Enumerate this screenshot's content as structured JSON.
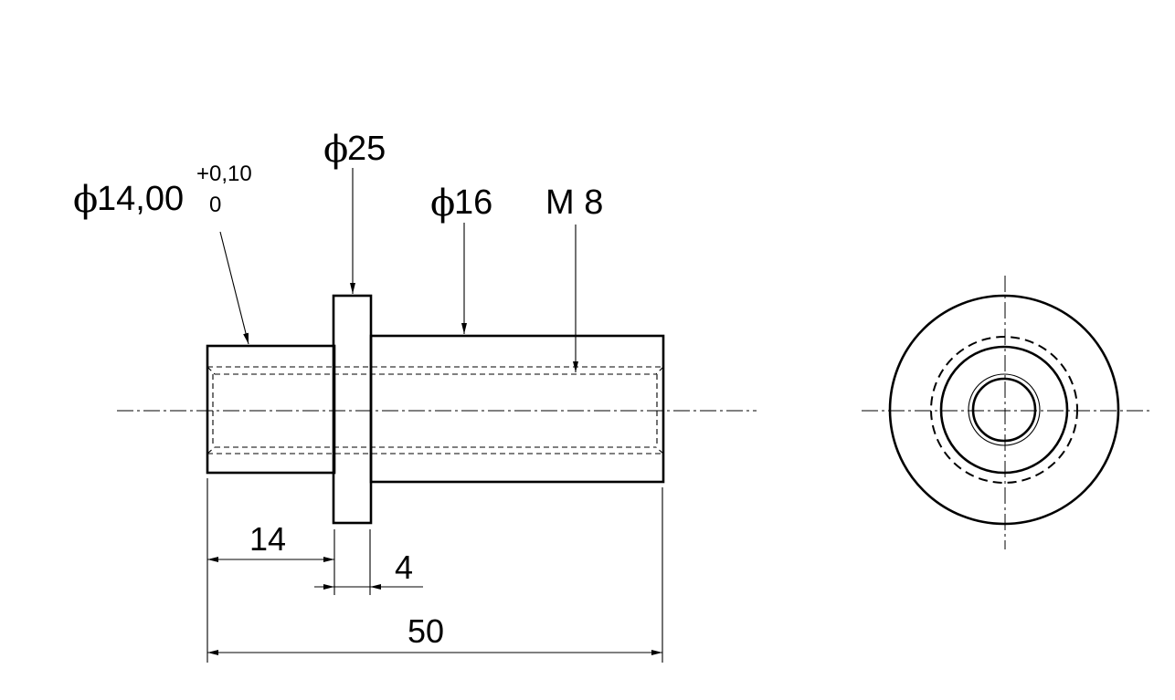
{
  "labels": {
    "dia_shank": "14,00",
    "tol_upper": "+0,10",
    "tol_lower": "0",
    "dia_collar": "25",
    "dia_body": "16",
    "thread": "M 8",
    "dim_shank_length": "14",
    "dim_collar_width": "4",
    "dim_total_length": "50"
  },
  "symbols": {
    "diameter": "ϕ"
  }
}
